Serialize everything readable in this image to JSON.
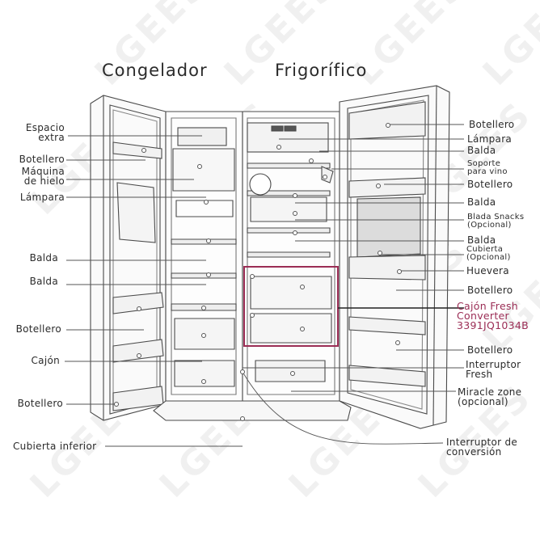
{
  "titles": {
    "freezer": "Congelador",
    "fridge": "Frigorífico"
  },
  "watermark": {
    "text": "LGEES",
    "color": "#f0f0f0"
  },
  "colors": {
    "line": "#3a3a3a",
    "drawing": "#555555",
    "highlight": "#9b2d55"
  },
  "left_labels": [
    {
      "text": "Espacio\nextra",
      "lines": [
        "Espacio",
        "extra"
      ]
    },
    {
      "text": "Botellero"
    },
    {
      "text": "Máquina\nde hielo",
      "lines": [
        "Máquina",
        "de hielo"
      ]
    },
    {
      "text": "Lámpara"
    },
    {
      "text": "Balda"
    },
    {
      "text": "Balda"
    },
    {
      "text": "Botellero"
    },
    {
      "text": "Cajón"
    },
    {
      "text": "Botellero"
    },
    {
      "text": "Cubierta inferior"
    }
  ],
  "right_labels": [
    {
      "text": "Botellero"
    },
    {
      "text": "Lámpara"
    },
    {
      "text": "Balda"
    },
    {
      "lines": [
        "Soporte",
        "para vino"
      ]
    },
    {
      "text": "Botellero"
    },
    {
      "text": "Balda"
    },
    {
      "lines": [
        "Blada Snacks",
        "(Opcional)"
      ]
    },
    {
      "text": "Balda"
    },
    {
      "lines": [
        "Cubierta",
        "(Opcional)"
      ]
    },
    {
      "text": "Huevera"
    },
    {
      "text": "Botellero"
    },
    {
      "lines": [
        "Cajón Fresh",
        "Converter",
        "3391JQ1034B"
      ],
      "highlighted": true
    },
    {
      "text": "Botellero"
    },
    {
      "lines": [
        "Interruptor",
        "Fresh"
      ]
    },
    {
      "lines": [
        "Miracle zone",
        "(opcional)"
      ]
    },
    {
      "lines": [
        "Interruptor de",
        "conversión"
      ]
    }
  ]
}
